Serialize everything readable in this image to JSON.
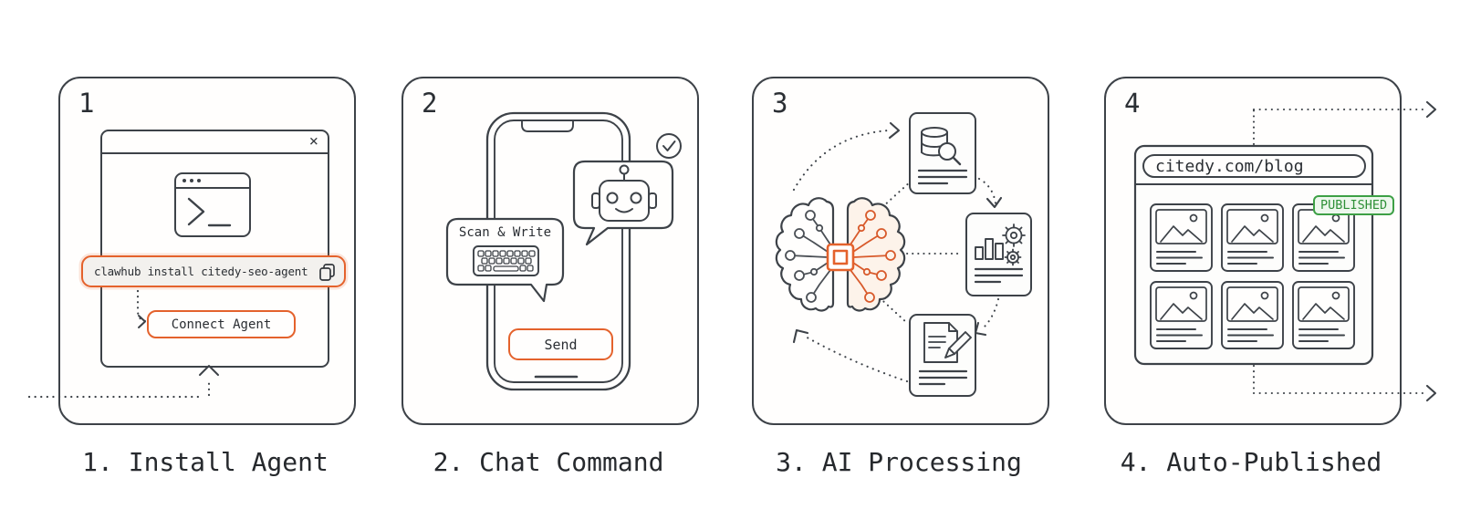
{
  "palette": {
    "ink": "#3d4248",
    "text": "#24282c",
    "orange": "#e4622c",
    "pill_bg": "#f3f1ee",
    "green": "#3da045",
    "green_text": "#2f9038",
    "green_bg": "#edf7ed",
    "panel_bg": "#fffefd",
    "page_bg": "#ffffff",
    "brain_tint": "#fdf3ea"
  },
  "steps": {
    "one": {
      "number": "1",
      "caption": "1. Install Agent",
      "window_close": "×",
      "command": "clawhub install citedy-seo-agent",
      "connect_label": "Connect Agent"
    },
    "two": {
      "number": "2",
      "caption": "2. Chat Command",
      "bubble_label": "Scan & Write",
      "send_label": "Send"
    },
    "three": {
      "number": "3",
      "caption": "3. AI Processing"
    },
    "four": {
      "number": "4",
      "caption": "4. Auto-Published",
      "url": "citedy.com/blog",
      "badge": "PUBLISHED"
    }
  }
}
